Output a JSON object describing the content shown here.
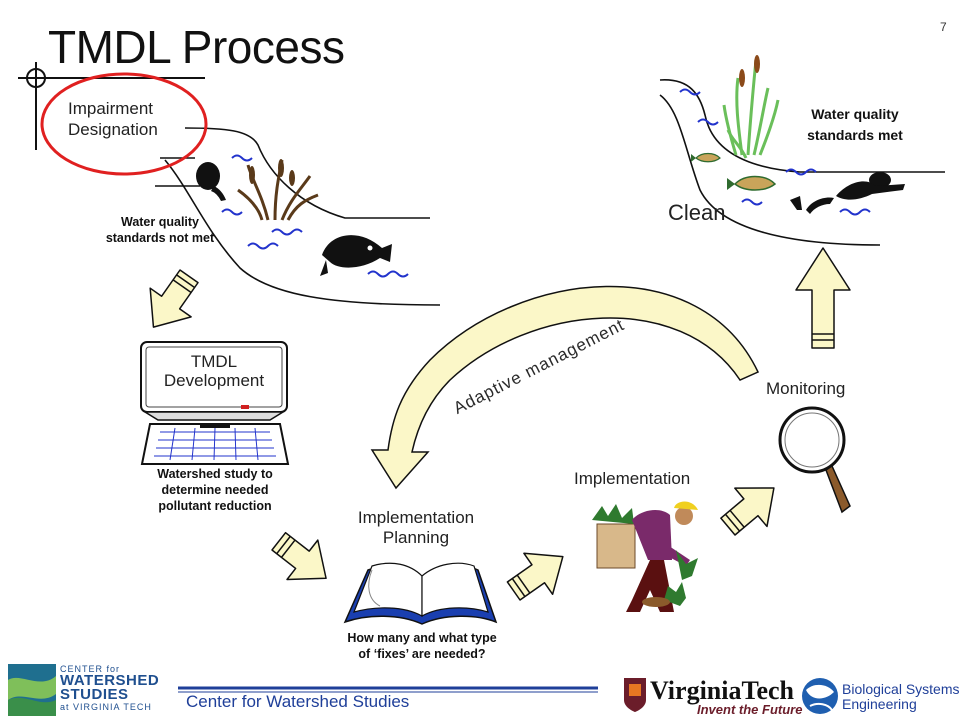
{
  "title": "TMDL Process",
  "page_number": "7",
  "impairment": {
    "line1": "Impairment",
    "line2": "Designation"
  },
  "wq_not_met": {
    "line1": "Water quality",
    "line2": "standards not met"
  },
  "tmdl_box": {
    "line1": "TMDL",
    "line2": "Development"
  },
  "watershed_study": {
    "line1": "Watershed study to",
    "line2": "determine needed",
    "line3": "pollutant reduction"
  },
  "impl_planning": {
    "line1": "Implementation",
    "line2": "Planning"
  },
  "fixes_note": {
    "line1": "How many and what type",
    "line2": "of ‘fixes’ are needed?"
  },
  "implementation": "Implementation",
  "monitoring": "Monitoring",
  "adaptive": "Adaptive management",
  "clean": "Clean",
  "wq_met": {
    "line1": "Water quality",
    "line2": "standards met"
  },
  "footer": {
    "center_text": "Center for Watershed Studies",
    "cws_logo": {
      "l1": "CENTER for",
      "l2": "WATERSHED",
      "l3": "STUDIES",
      "l4": "at VIRGINIA TECH"
    },
    "vt_name": "VirginiaTech",
    "vt_tagline": "Invent the Future",
    "bse": {
      "l1": "Biological Systems",
      "l2": "Engineering"
    }
  },
  "colors": {
    "arrow_fill": "#fbf7c8",
    "highlight_circle": "#e02020",
    "water": "#2233cc",
    "footer_blue": "#1f3f99",
    "vt_maroon": "#6b1d2a"
  }
}
